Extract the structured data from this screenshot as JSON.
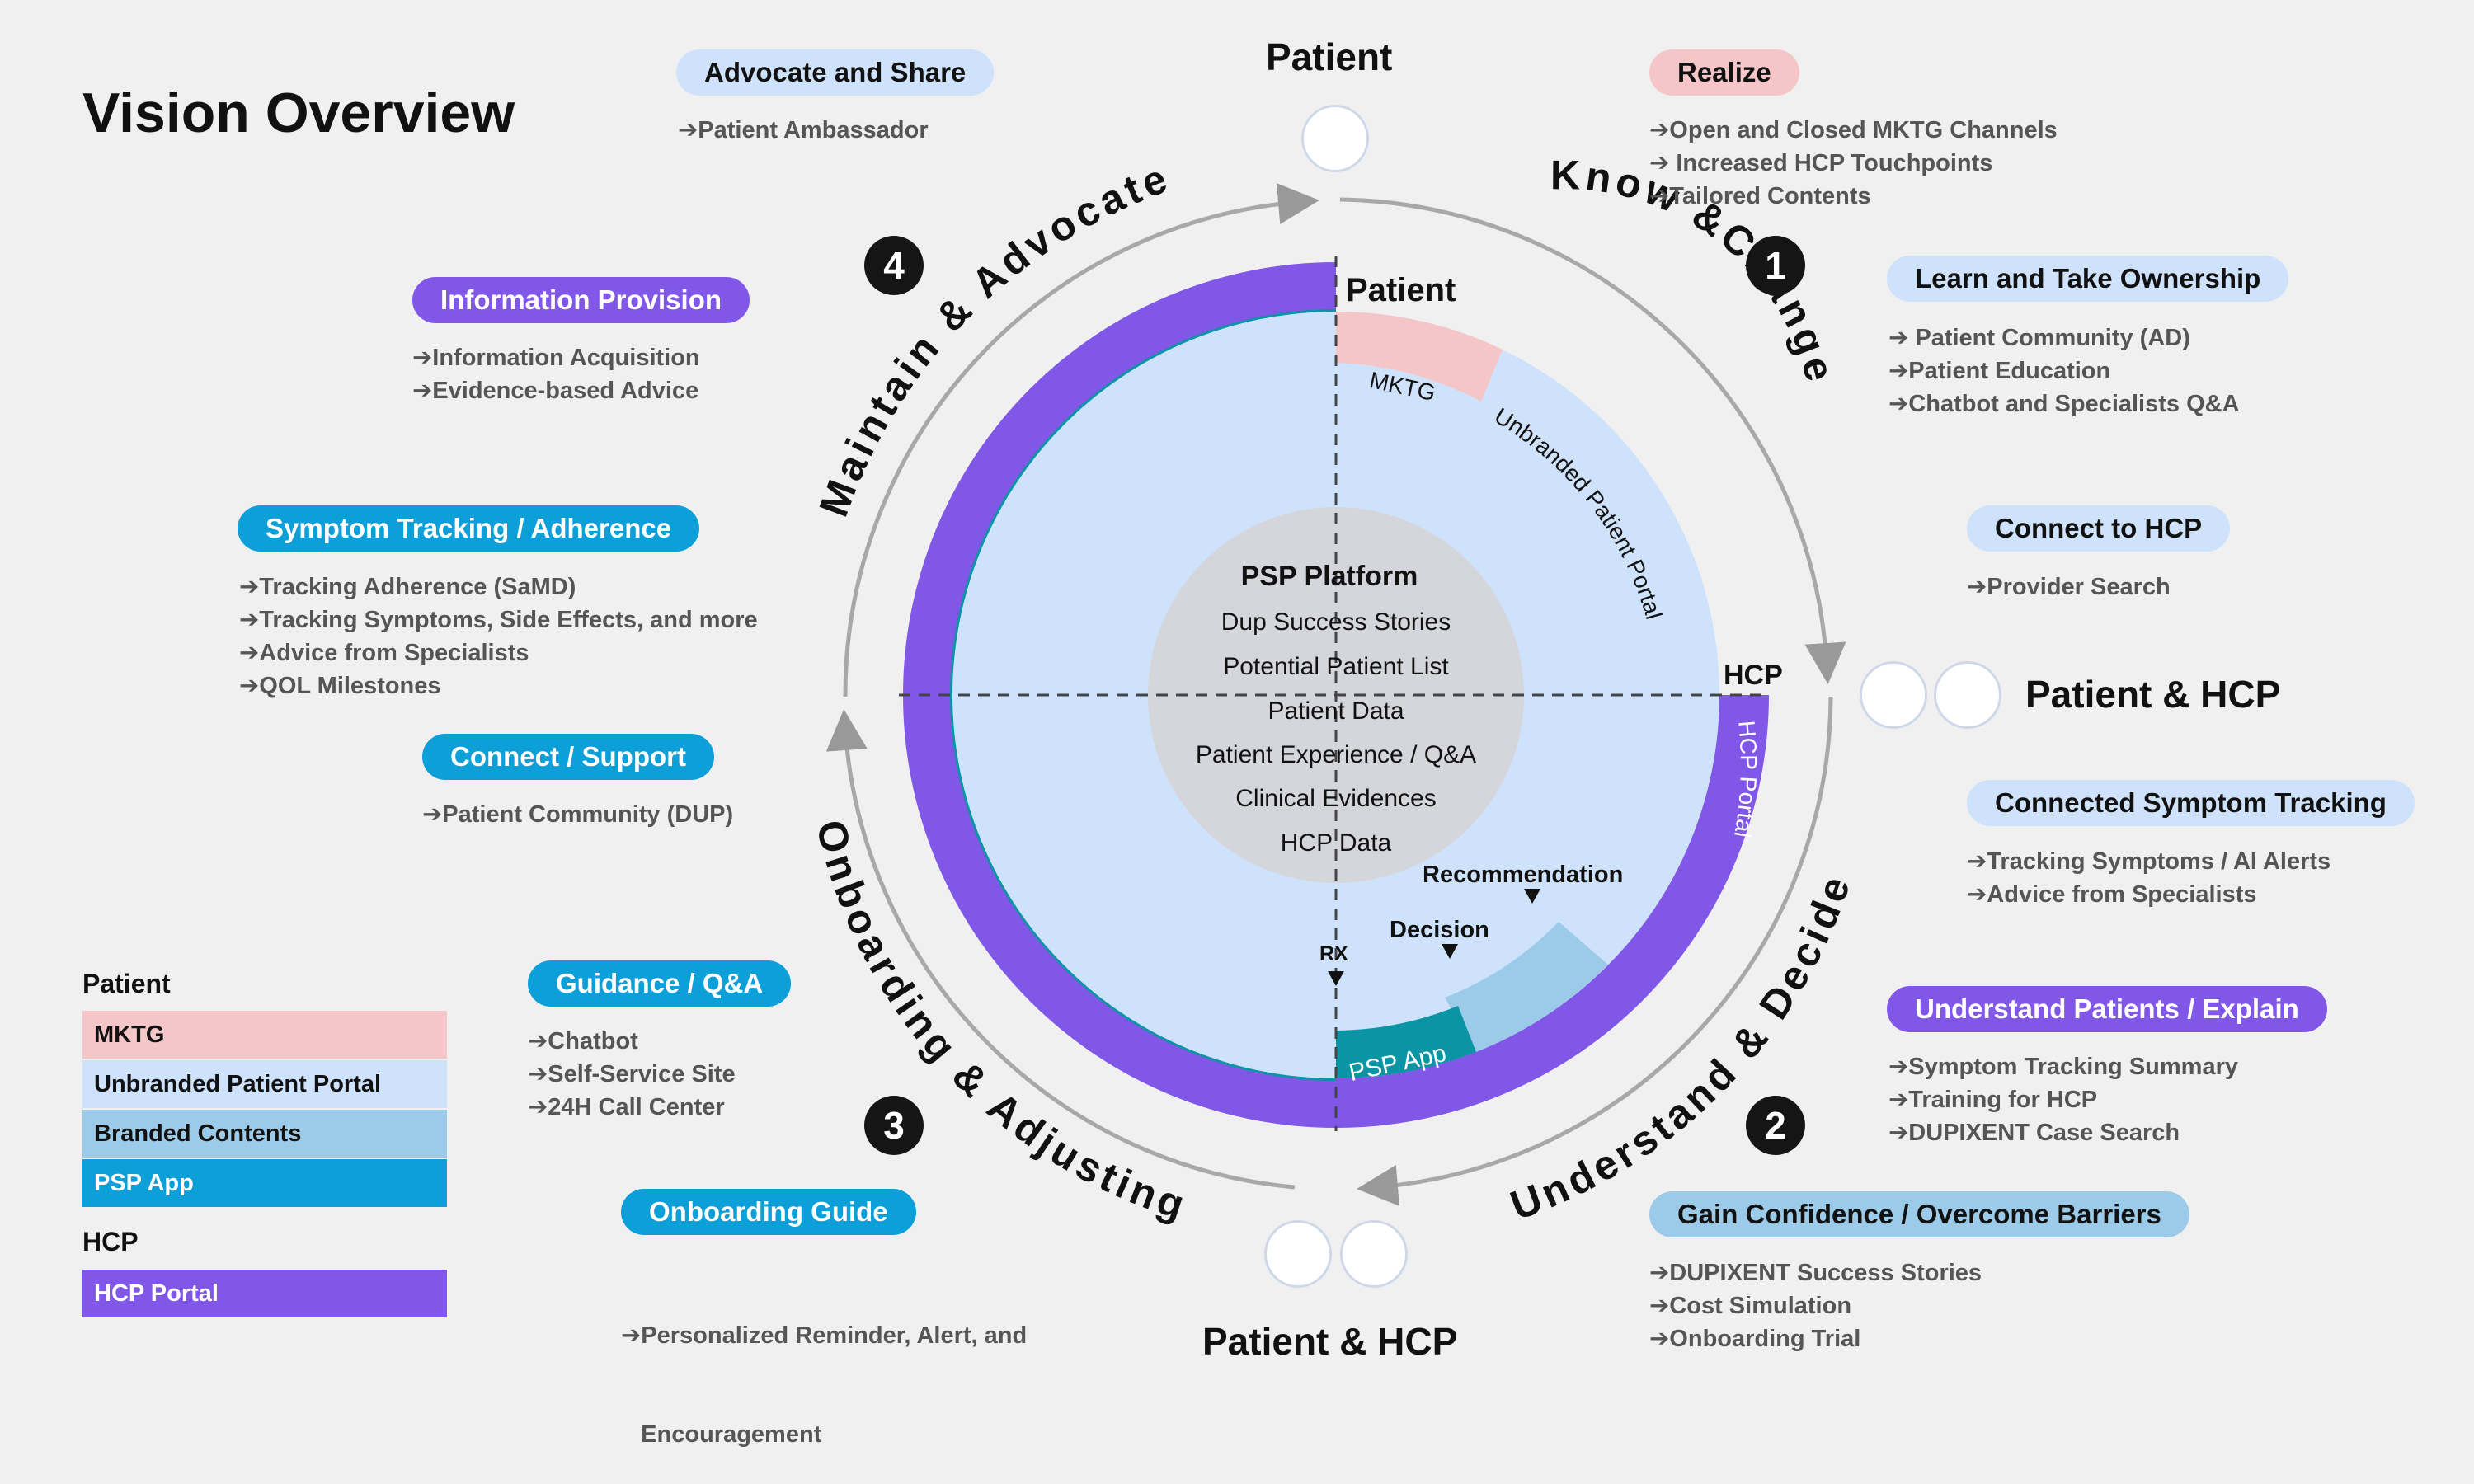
{
  "title": "Vision Overview",
  "top_patient": "Patient",
  "bottom_patient_hcp": "Patient & HCP",
  "right_patient_hcp": "Patient & HCP",
  "stages": {
    "s1": {
      "num": "1",
      "label": "Know &Change"
    },
    "s2": {
      "num": "2",
      "label": "Understand & Decide"
    },
    "s3": {
      "num": "3",
      "label": "Onboarding & Adjusting"
    },
    "s4": {
      "num": "4",
      "label": "Maintain & Advocate"
    }
  },
  "wheel": {
    "patient": "Patient",
    "hcp": "HCP",
    "mktg": "MKTG",
    "unbranded": "Unbranded Patient Portal",
    "hcp_portal": "HCP Portal",
    "psp_app": "PSP App",
    "recommendation": "Recommendation",
    "decision": "Decision",
    "rx": "RX",
    "center": [
      "PSP Platform",
      "Dup Success Stories",
      "Potential Patient List",
      "Patient Data",
      "Patient Experience / Q&A",
      "Clinical Evidences",
      "HCP Data"
    ]
  },
  "boxes": {
    "advocate": {
      "title": "Advocate and Share",
      "items": [
        "➔Patient Ambassador"
      ]
    },
    "realize": {
      "title": "Realize",
      "items": [
        "➔Open and Closed MKTG Channels",
        "➔ Increased HCP Touchpoints",
        "➔Tailored Contents"
      ]
    },
    "learn": {
      "title": "Learn and Take Ownership",
      "items": [
        "➔ Patient Community (AD)",
        "➔Patient Education",
        "➔Chatbot and Specialists Q&A"
      ]
    },
    "connect_hcp": {
      "title": "Connect to HCP",
      "items": [
        "➔Provider Search"
      ]
    },
    "connected_tracking": {
      "title": "Connected Symptom Tracking",
      "items": [
        "➔Tracking Symptoms / AI Alerts",
        "➔Advice from Specialists"
      ]
    },
    "understand_patients": {
      "title": "Understand Patients / Explain",
      "items": [
        "➔Symptom Tracking Summary",
        "➔Training for HCP",
        "➔DUPIXENT Case Search"
      ]
    },
    "gain_confidence": {
      "title": "Gain Confidence / Overcome Barriers",
      "items": [
        "➔DUPIXENT Success Stories",
        "➔Cost Simulation",
        "➔Onboarding Trial"
      ]
    },
    "info_provision": {
      "title": "Information Provision",
      "items": [
        "➔Information Acquisition",
        "➔Evidence-based Advice"
      ]
    },
    "symptom_tracking": {
      "title": "Symptom Tracking / Adherence",
      "items": [
        "➔Tracking Adherence (SaMD)",
        "➔Tracking Symptoms, Side Effects, and more",
        "➔Advice from Specialists",
        "➔QOL Milestones"
      ]
    },
    "connect_support": {
      "title": "Connect / Support",
      "items": [
        "➔Patient Community (DUP)"
      ]
    },
    "guidance": {
      "title": "Guidance / Q&A",
      "items": [
        "➔Chatbot",
        "➔Self-Service Site",
        "➔24H Call Center"
      ]
    },
    "onboarding_guide": {
      "title": "Onboarding Guide",
      "items": [
        "➔Personalized Reminder, Alert, and",
        "   Encouragement"
      ]
    }
  },
  "legend": {
    "patient_label": "Patient",
    "hcp_label": "HCP",
    "items": [
      "MKTG",
      "Unbranded Patient Portal",
      "Branded  Contents",
      "PSP App",
      "HCP Portal"
    ],
    "colors": [
      "#f4c6c8",
      "#cfe2fb",
      "#9ccbe9",
      "#0d9fd8",
      "#8157e8"
    ]
  },
  "colors": {
    "purple": "#8157e8",
    "teal": "#0a94a4",
    "light_blue": "#cfe2fb",
    "pink": "#f4c6c8",
    "branded": "#9ccbe9",
    "cyan": "#0d9fd8"
  }
}
